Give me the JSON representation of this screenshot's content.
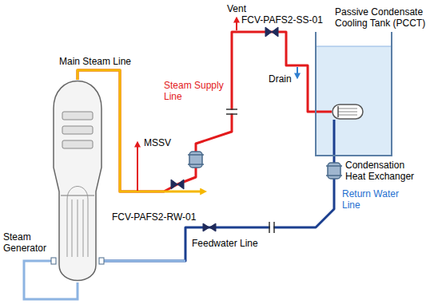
{
  "diagram": {
    "nodes": [
      {
        "text": [
          "Passive Condensate Cooling Tank (PCCT)"
        ]
      },
      {
        "text": [
          "Condensation Heat Exchanger"
        ],
        "in": 0
      },
      {
        "text": [
          "Steam Generator"
        ]
      }
    ],
    "edges": [
      {
        "from": 2,
        "to": 1,
        "arrow": "none",
        "label": "Steam Supply Line"
      },
      {
        "from": 1,
        "to": 2,
        "arrow": "none",
        "label": "Return Water Line"
      }
    ],
    "labels": [
      "Vent",
      "FCV-PAFS2-SS-01",
      "Main Steam Line",
      "MSSV",
      "Drain",
      "FCV-PAFS2-RW-01",
      "Feedwater Line"
    ]
  }
}
